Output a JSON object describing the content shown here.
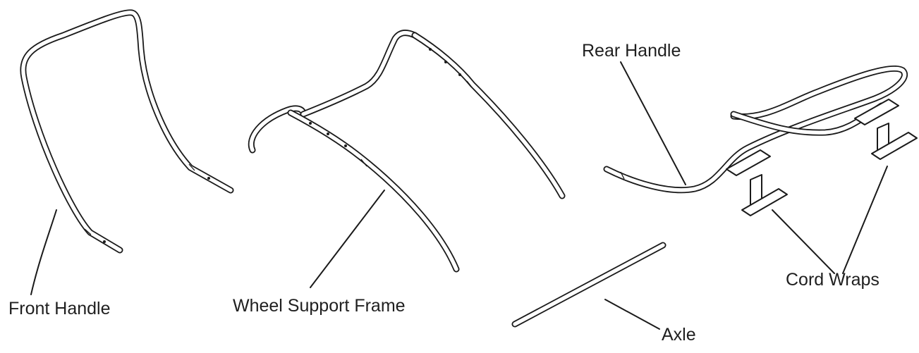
{
  "labels": {
    "front_handle": "Front Handle",
    "wheel_support_frame": "Wheel Support Frame",
    "rear_handle": "Rear Handle",
    "cord_wraps": "Cord Wraps",
    "axle": "Axle"
  }
}
